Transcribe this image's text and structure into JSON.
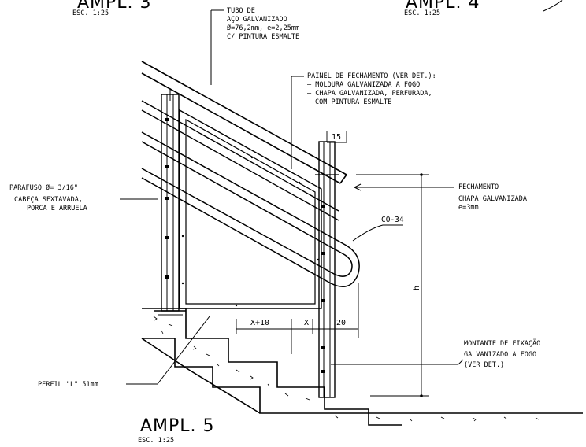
{
  "top_left": {
    "title": "AMPL. 3",
    "scale": "ESC. 1:25"
  },
  "top_right": {
    "title": "AMPL. 4",
    "scale": "ESC. 1:25"
  },
  "main": {
    "title": "AMPL. 5",
    "scale": "ESC. 1:25"
  },
  "notes": {
    "tube": [
      "TUBO DE",
      "AÇO GALVANIZADO",
      "Ø=76,2mm, e=2,25mm",
      "C/ PINTURA ESMALTE"
    ],
    "panel": [
      "PAINEL DE FECHAMENTO (VER DET.):",
      "– MOLDURA GALVANIZADA A FOGO",
      "– CHAPA GALVANIZADA, PERFURADA,",
      "COM PINTURA ESMALTE"
    ],
    "screw": [
      "PARAFUSO Ø= 3/16\"",
      "CABEÇA SEXTAVADA,",
      "PORCA E ARRUELA"
    ],
    "closure": [
      "FECHAMENTO",
      "CHAPA GALVANIZADA",
      "e=3mm"
    ],
    "post": [
      "MONTANTE DE FIXAÇÃO",
      "GALVANIZADO A FOGO",
      "(VER DET.)"
    ],
    "profile": "PERFIL \"L\" 51mm",
    "co_ref": "CO-34"
  },
  "dimensions": {
    "top": "15",
    "x_plus": "X+10",
    "x": "X",
    "twenty": "20",
    "h": "h"
  }
}
